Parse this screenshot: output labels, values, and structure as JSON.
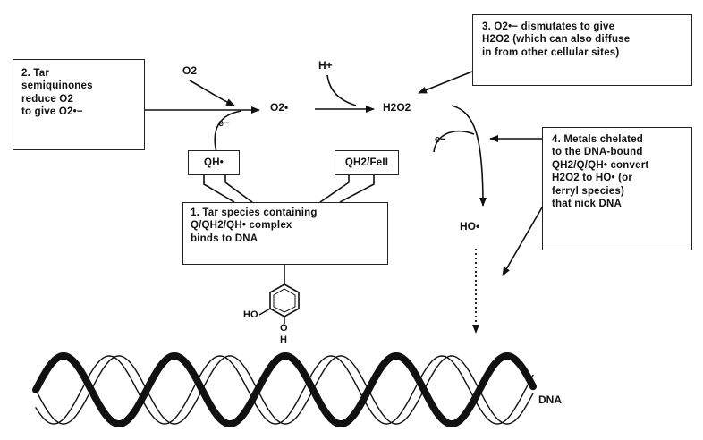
{
  "notes": {
    "note1": "1. Tar species containing\nQ/QH2/QH• complex\nbinds to DNA",
    "note2": "2. Tar\nsemiquinones\nreduce O2\nto give O2•−",
    "note3": "3. O2•− dismutates to give\nH2O2 (which can also diffuse\nin from other cellular sites)",
    "note4": "4. Metals chelated\nto the DNA-bound\nQH2/Q/QH• convert\nH2O2 to HO• (or\nferryl species)\nthat nick DNA"
  },
  "species": {
    "qh_box": "QH•",
    "qh2fe_box": "QH2/FeII",
    "o2": "O2",
    "e_minus_1": "e−",
    "superoxide": "O2•",
    "h_plus": "H+",
    "h2o2": "H2O2",
    "e_minus_2": "e−",
    "hydroxyl_radical": "HO•",
    "ho_group": "HO",
    "oh_group_o": "O",
    "oh_group_h": "H",
    "dna": "DNA"
  },
  "colors": {
    "ink": "#111111",
    "dna_strand": "#111111"
  }
}
